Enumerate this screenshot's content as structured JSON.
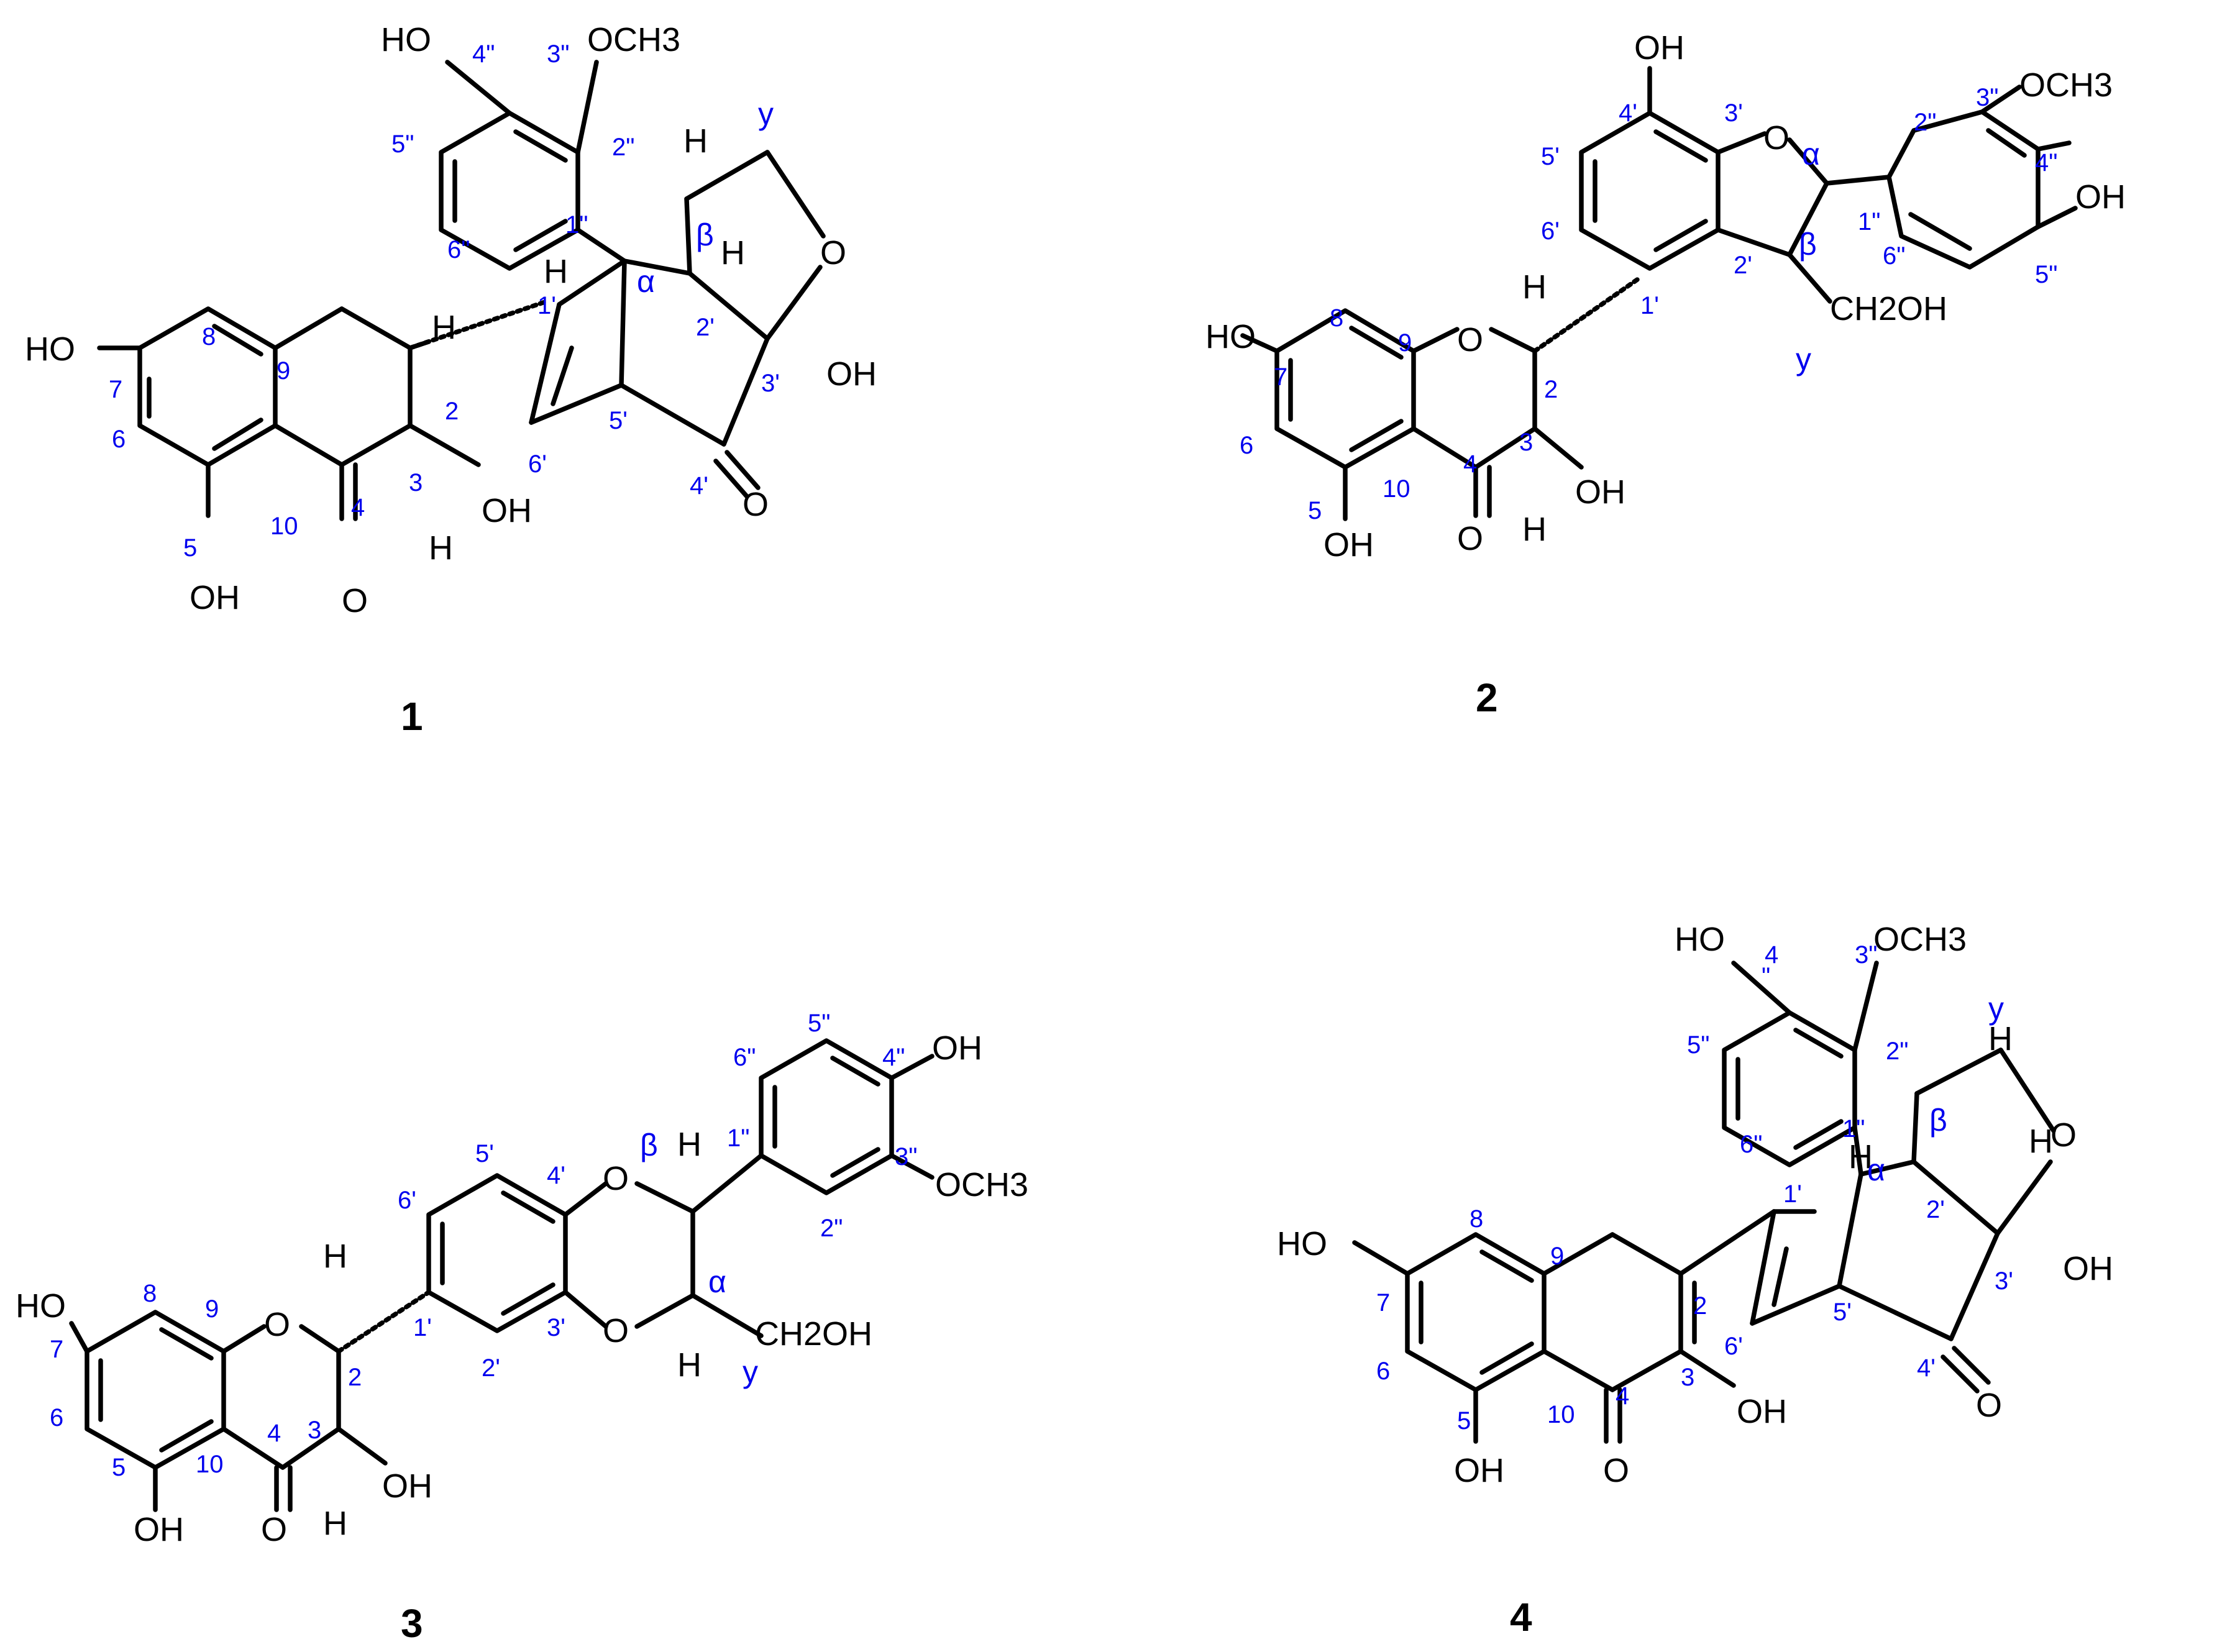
{
  "colors": {
    "bond": "#000000",
    "atom_label": "#000000",
    "position_label": "#0000ee",
    "background": "#ffffff"
  },
  "compounds": [
    {
      "id": "1",
      "labels": {
        "ho_top": "HO",
        "och3_top": "OCH3",
        "h_2": "H",
        "ho_7": "HO",
        "oh_5": "OH",
        "o_4": "O",
        "h_3": "H",
        "oh_3": "OH",
        "h_a": "H",
        "h_b": "H",
        "h_bb": "H",
        "o_ring": "O",
        "oh_3p": "OH",
        "o_4p": "O"
      },
      "numbers": {
        "n4pp": "4\"",
        "n3pp": "3\"",
        "n5pp": "5\"",
        "n2pp": "2\"",
        "n6pp": "6\"",
        "n1pp": "1\"",
        "n8": "8",
        "n9": "9",
        "n7": "7",
        "n6": "6",
        "n10": "10",
        "n5": "5",
        "n4": "4",
        "n3": "3",
        "n2": "2",
        "n1p": "1'",
        "n2p": "2'",
        "n3p": "3'",
        "n4p": "4'",
        "n5p": "5'",
        "n6p": "6'",
        "y": "y"
      },
      "greek": {
        "alpha": "α",
        "beta": "β"
      }
    },
    {
      "id": "2",
      "labels": {
        "oh_4p": "OH",
        "o_3p": "O",
        "och3": "OCH3",
        "oh_4pp": "OH",
        "h_2": "H",
        "ho_7": "HO",
        "o_9": "O",
        "ch2oh": "CH2OH",
        "o_4": "O",
        "oh_3": "OH",
        "h_3": "H",
        "oh_5": "OH"
      },
      "numbers": {
        "n4p": "4'",
        "n3p": "3'",
        "n5p": "5'",
        "n6p": "6'",
        "n1p": "1'",
        "n2p": "2'",
        "n2pp": "2\"",
        "n3pp": "3\"",
        "n4pp": "4\"",
        "n1pp": "1\"",
        "n6pp": "6\"",
        "n5pp": "5\"",
        "n8": "8",
        "n9": "9",
        "n7": "7",
        "n6": "6",
        "n2": "2",
        "n3": "3",
        "n4": "4",
        "n10": "10",
        "n5": "5",
        "y": "y"
      },
      "greek": {
        "alpha": "α",
        "beta": "β"
      }
    },
    {
      "id": "3",
      "labels": {
        "oh_4pp": "OH",
        "och3": "OCH3",
        "o_4p": "O",
        "o_3p": "O",
        "h_b": "H",
        "h_a": "H",
        "ch2oh": "CH2OH",
        "h_2": "H",
        "ho_7": "HO",
        "o_9": "O",
        "o_4": "O",
        "oh_3": "OH",
        "h_3": "H",
        "oh_5": "OH"
      },
      "numbers": {
        "n5pp": "5\"",
        "n4pp": "4\"",
        "n6pp": "6\"",
        "n1pp": "1\"",
        "n3pp": "3\"",
        "n2pp": "2\"",
        "n5p": "5'",
        "n4p": "4'",
        "n6p": "6'",
        "n1p": "1'",
        "n3p": "3'",
        "n2p": "2'",
        "n8": "8",
        "n9": "9",
        "n7": "7",
        "n6": "6",
        "n2": "2",
        "n3": "3",
        "n4": "4",
        "n10": "10",
        "n5": "5",
        "y": "y"
      },
      "greek": {
        "alpha": "α",
        "beta": "β"
      }
    },
    {
      "id": "4",
      "labels": {
        "ho_top": "HO",
        "och3_top": "OCH3",
        "ho_7": "HO",
        "oh_5": "OH",
        "o_4": "O",
        "oh_3": "OH",
        "h_a": "H",
        "h_b": "H",
        "h_bb": "H",
        "o_ring": "O",
        "oh_3p": "OH",
        "o_4p": "O"
      },
      "numbers": {
        "n4pp_a": "4",
        "n4pp_b": "\"",
        "n3pp": "3\"",
        "n5pp": "5\"",
        "n2pp": "2\"",
        "n6pp": "6\"",
        "n1pp": "1\"",
        "n8": "8",
        "n9": "9",
        "n7": "7",
        "n6": "6",
        "n10": "10",
        "n5": "5",
        "n4": "4",
        "n3": "3",
        "n2": "2",
        "n1p": "1'",
        "n2p": "2'",
        "n3p": "3'",
        "n4p": "4'",
        "n5p": "5'",
        "n6p": "6'",
        "y": "y"
      },
      "greek": {
        "alpha": "α",
        "beta": "β"
      }
    }
  ]
}
